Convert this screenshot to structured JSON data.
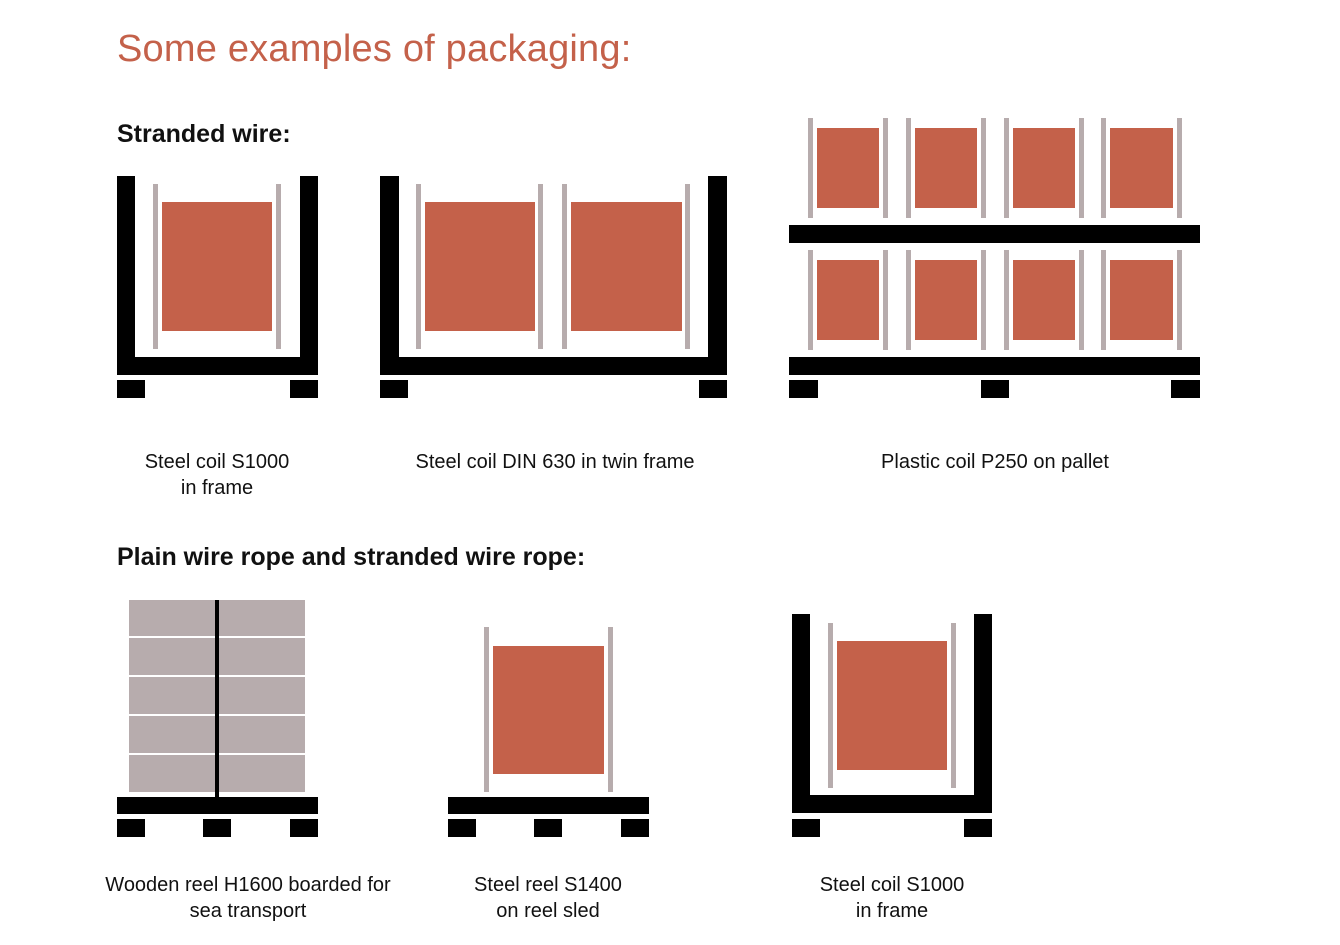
{
  "page": {
    "title": "Some examples of packaging:"
  },
  "colors": {
    "title": "#c4614a",
    "coil": "#c4614a",
    "flange": "#b7acad",
    "frame": "#000000",
    "text": "#111111"
  },
  "sections": [
    {
      "heading": "Stranded wire:",
      "items": [
        {
          "caption_lines": [
            "Steel coil S1000",
            "in frame"
          ]
        },
        {
          "caption_lines": [
            "Steel coil DIN 630 in twin frame"
          ]
        },
        {
          "caption_lines": [
            "Plastic coil P250 on pallet"
          ]
        }
      ]
    },
    {
      "heading": "Plain wire rope and stranded wire rope:",
      "items": [
        {
          "caption_lines": [
            "Wooden reel H1600 boarded for",
            "sea transport"
          ]
        },
        {
          "caption_lines": [
            "Steel reel S1400",
            "on reel sled"
          ]
        },
        {
          "caption_lines": [
            "Steel coil S1000",
            "in frame"
          ]
        }
      ]
    }
  ]
}
